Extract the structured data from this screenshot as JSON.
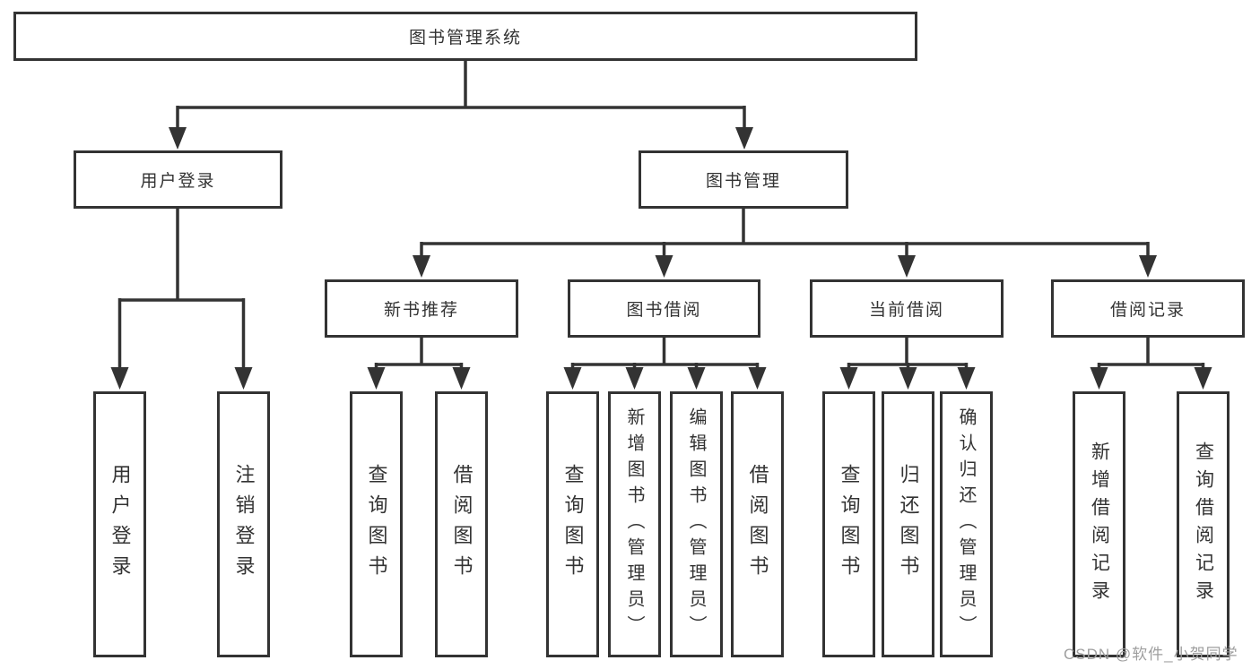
{
  "diagram": {
    "type": "hierarchy-tree",
    "colors": {
      "background": "#ffffff",
      "line": "#333333",
      "box_border": "#333333",
      "box_fill": "#ffffff",
      "text": "#333333",
      "watermark": "#9e9e9e"
    }
  },
  "nodes": {
    "root": "图书管理系统",
    "user_login": "用户登录",
    "book_mgmt": "图书管理",
    "new_book_rec": "新书推荐",
    "book_borrow": "图书借阅",
    "current_borrow": "当前借阅",
    "borrow_records": "借阅记录",
    "leaf_user_login": "用户登录",
    "leaf_logout": "注销登录",
    "leaf_query_book_1": "查询图书",
    "leaf_borrow_book_1": "借阅图书",
    "leaf_query_book_2": "查询图书",
    "leaf_add_book": "新增图书（管理员）",
    "leaf_edit_book": "编辑图书（管理员）",
    "leaf_borrow_book_2": "借阅图书",
    "leaf_query_book_3": "查询图书",
    "leaf_return_book": "归还图书",
    "leaf_confirm_return": "确认归还（管理员）",
    "leaf_add_record": "新增借阅记录",
    "leaf_query_record": "查询借阅记录"
  },
  "structure": {
    "图书管理系统": {
      "用户登录": [
        "用户登录",
        "注销登录"
      ],
      "图书管理": {
        "新书推荐": [
          "查询图书",
          "借阅图书"
        ],
        "图书借阅": [
          "查询图书",
          "新增图书（管理员）",
          "编辑图书（管理员）",
          "借阅图书"
        ],
        "当前借阅": [
          "查询图书",
          "归还图书",
          "确认归还（管理员）"
        ],
        "借阅记录": [
          "新增借阅记录",
          "查询借阅记录"
        ]
      }
    }
  },
  "watermark": {
    "text": "CSDN @软件_小贺同学"
  }
}
